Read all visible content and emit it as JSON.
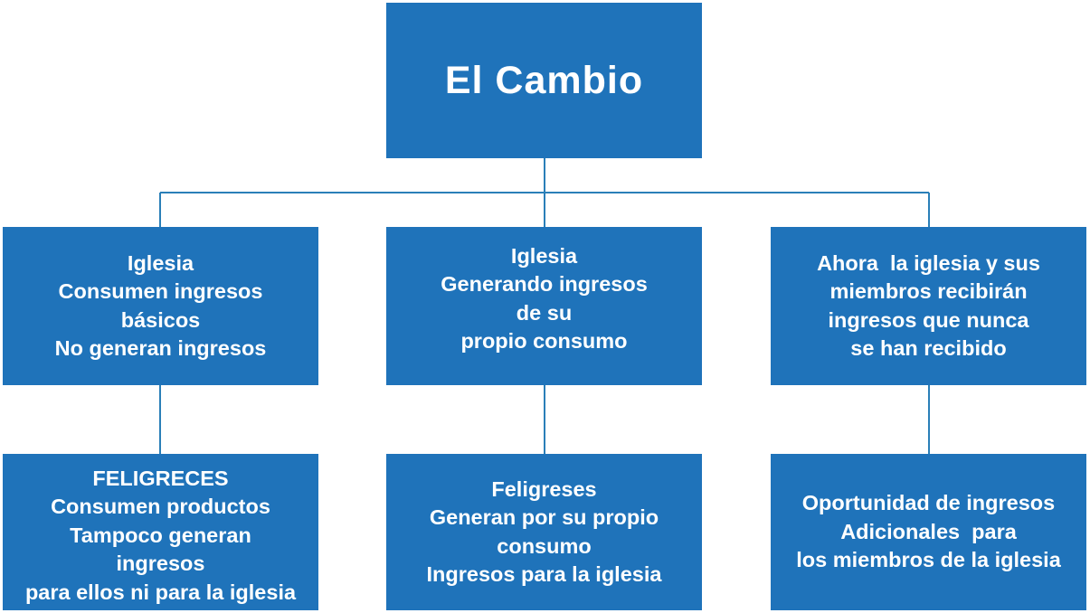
{
  "colors": {
    "box_fill": "#1f73ba",
    "text": "#ffffff",
    "connector": "#2a7fb8"
  },
  "root": {
    "lines": [
      "El Cambio"
    ]
  },
  "level1": [
    {
      "lines": [
        "Iglesia",
        "Consumen ingresos",
        "básicos",
        "No generan ingresos"
      ]
    },
    {
      "lines": [
        "Iglesia",
        "Generando ingresos",
        "de su",
        "propio consumo"
      ]
    },
    {
      "lines": [
        "Ahora  la iglesia y sus",
        "miembros recibirán",
        "ingresos que nunca",
        "se han recibido"
      ]
    }
  ],
  "level2": [
    {
      "lines": [
        "FELIGRECES",
        "Consumen productos",
        "Tampoco generan",
        "ingresos",
        "para ellos ni para la iglesia"
      ]
    },
    {
      "lines": [
        "Feligreses",
        "Generan por su propio",
        "consumo",
        "Ingresos para la iglesia"
      ]
    },
    {
      "lines": [
        "Oportunidad de ingresos",
        "Adicionales  para",
        "los miembros de la iglesia"
      ]
    }
  ]
}
